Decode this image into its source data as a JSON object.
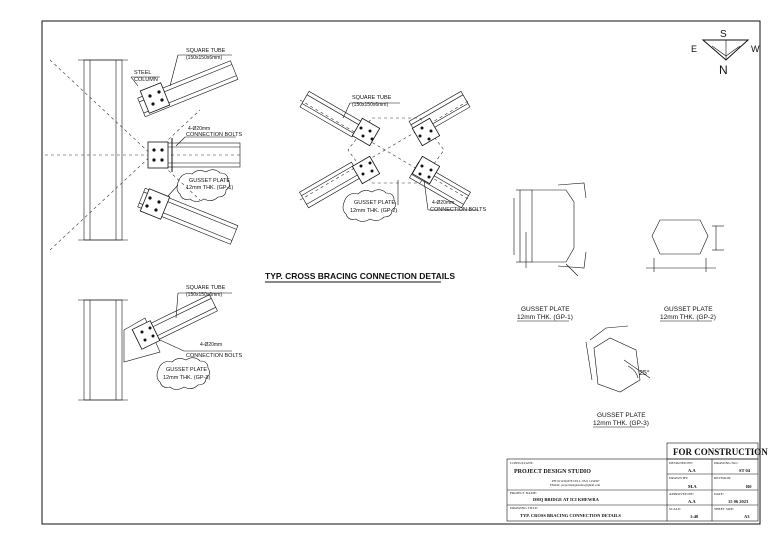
{
  "compass": {
    "south": "S",
    "east": "E",
    "west": "W",
    "north": "N"
  },
  "detail1": {
    "square_tube": "SQUARE TUBE",
    "square_tube_size": "(150x150x6mm)",
    "steel_column_1": "STEEL",
    "steel_column_2": "COLUMN",
    "bolts_1": "4-Ø20mm",
    "bolts_2": "CONNECTION BOLTS",
    "gusset_1": "GUSSET PLATE",
    "gusset_2": "12mm THK. (GP-1)"
  },
  "detail2": {
    "square_tube": "SQUARE TUBE",
    "square_tube_size": "(150x150x6mm)",
    "gusset_1": "GUSSET PLATE",
    "gusset_2": "12mm THK. (GP-2)",
    "bolts_1": "4-Ø20mm",
    "bolts_2": "CONNECTION BOLTS"
  },
  "detail3": {
    "square_tube": "SQUARE TUBE",
    "square_tube_size": "(150x150x6mm)",
    "bolts_1": "4-Ø20mm",
    "bolts_2": "CONNECTION BOLTS",
    "gusset_1": "GUSSET PLATE",
    "gusset_2": "12mm THK. (GP-3)"
  },
  "main_title": "TYP. CROSS BRACING CONNECTION DETAILS",
  "plates": {
    "gp1_1": "GUSSET PLATE",
    "gp1_2": "12mm THK. (GP-1)",
    "gp2_1": "GUSSET PLATE",
    "gp2_2": "12mm THK. (GP-2)",
    "gp3_1": "GUSSET PLATE",
    "gp3_2": "12mm THK. (GP-3)",
    "angle": "25°"
  },
  "title_block": {
    "status": "FOR CONSTRUCTION",
    "consultant_label": "CONSULTANT:",
    "consultant_name": "PROJECT DESIGN STUDIO",
    "contact_1": "PH: 0212345678 CELL: 0321 1234567",
    "contact_2": "EMAIL: projectdesignstudio@gmail.com",
    "project_label": "PROJECT NAME:",
    "project_name": "DHQ BRIDGE AT ICI KHEWRA",
    "drawing_title_label": "DRAWING TITLE:",
    "drawing_title": "TYP. CROSS BRACING CONNECTION DETAILS",
    "designed_by_label": "DESIGNED BY:",
    "designed_by": "A.A",
    "drawn_by_label": "DRAWN BY:",
    "drawn_by": "M.A",
    "approved_by_label": "APPROVED BY:",
    "approved_by": "A.A",
    "scale_label": "SCALE:",
    "scale": "1:40",
    "drawing_no_label": "DRAWING NO.:",
    "drawing_no": "ST 04",
    "revision_label": "REVISION:",
    "revision": "R0",
    "date_label": "DATE:",
    "date": "15 06 2023",
    "sheet_size_label": "SHEET SIZE:",
    "sheet_size": "A3"
  }
}
